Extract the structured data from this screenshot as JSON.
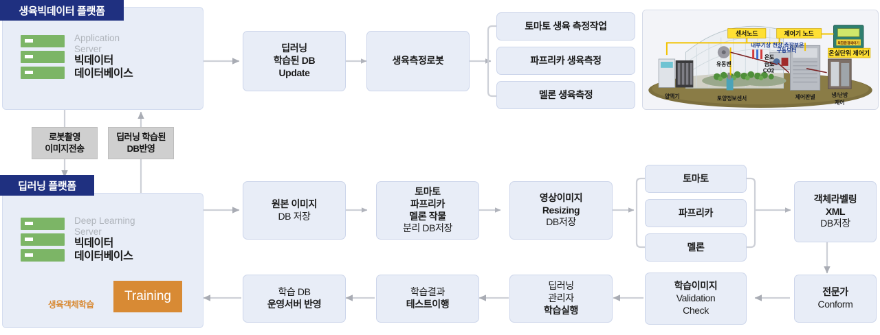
{
  "platforms": [
    {
      "title": "생육빅데이터 플랫폼",
      "server_sub_line1": "Application",
      "server_sub_line2": "Server",
      "server_main_line1": "빅데이터",
      "server_main_line2": "데이터베이스"
    },
    {
      "title": "딥러닝 플랫폼",
      "server_sub_line1": "Deep Learning",
      "server_sub_line2": "Server",
      "server_main_line1": "빅데이터",
      "server_main_line2": "데이터베이스",
      "training_label": "Training",
      "loop_label": "생육객체학습"
    }
  ],
  "connector_labels": [
    {
      "line1": "로봇촬영",
      "line2": "이미지전송"
    },
    {
      "line1": "딥러닝 학습된",
      "line2": "DB반영"
    }
  ],
  "row_top": [
    {
      "lines": [
        {
          "t": "딥러닝",
          "bold": true
        },
        {
          "t": "학습된 DB",
          "bold": true
        },
        {
          "t": "Update",
          "bold": true
        }
      ]
    },
    {
      "lines": [
        {
          "t": "생육측정로봇",
          "bold": true
        }
      ]
    }
  ],
  "crops_top": [
    {
      "lines": [
        {
          "t": "토마토 생육 측정작업",
          "bold": true
        }
      ]
    },
    {
      "lines": [
        {
          "t": "파프리카 생육측정",
          "bold": true
        }
      ]
    },
    {
      "lines": [
        {
          "t": "멜론 생육측정",
          "bold": true
        }
      ]
    }
  ],
  "row_mid": [
    {
      "lines": [
        {
          "t": "원본 이미지",
          "bold": true
        },
        {
          "t": "DB 저장",
          "bold": false
        }
      ]
    },
    {
      "lines": [
        {
          "t": "토마토",
          "bold": true
        },
        {
          "t": "파프리카",
          "bold": true
        },
        {
          "t": "멜론 작물",
          "bold": true
        },
        {
          "t": "분리 DB저장",
          "bold": false
        }
      ]
    },
    {
      "lines": [
        {
          "t": "영상이미지",
          "bold": true
        },
        {
          "t": "Resizing",
          "bold": true
        },
        {
          "t": "DB저장",
          "bold": false
        }
      ]
    }
  ],
  "crops_mid": [
    {
      "lines": [
        {
          "t": "토마토",
          "bold": true
        }
      ]
    },
    {
      "lines": [
        {
          "t": "파프리카",
          "bold": true
        }
      ]
    },
    {
      "lines": [
        {
          "t": "멜론",
          "bold": true
        }
      ]
    }
  ],
  "row_mid_end": {
    "lines": [
      {
        "t": "객체라벨링",
        "bold": true
      },
      {
        "t": "XML",
        "bold": true
      },
      {
        "t": "DB저장",
        "bold": false
      }
    ]
  },
  "row_bottom": [
    {
      "lines": [
        {
          "t": "학습 DB",
          "bold": false
        },
        {
          "t": "운영서버 반영",
          "bold": true
        }
      ]
    },
    {
      "lines": [
        {
          "t": "학습결과",
          "bold": false
        },
        {
          "t": "테스트이행",
          "bold": true
        }
      ]
    },
    {
      "lines": [
        {
          "t": "딥러닝",
          "bold": false
        },
        {
          "t": "관리자",
          "bold": false
        },
        {
          "t": "학습실행",
          "bold": true
        }
      ]
    },
    {
      "lines": [
        {
          "t": "학습이미지",
          "bold": true
        },
        {
          "t": "Validation",
          "bold": false
        },
        {
          "t": "Check",
          "bold": false
        }
      ]
    },
    {
      "lines": [
        {
          "t": "전문가",
          "bold": true
        },
        {
          "t": "Conform",
          "bold": false
        }
      ]
    }
  ],
  "greenhouse": {
    "caption_sensor_node": "센서노드",
    "caption_controller_node": "제어기 노드",
    "caption_unit_controller": "온실단위 제어기",
    "label_device_screen": "복합환경제어기",
    "label_internal_weather": "내부기상",
    "label_temp": "온도",
    "label_humidity": "습도",
    "label_co2": "CO2",
    "label_ceiling_motor_l1": "천장.측장보온",
    "label_ceiling_motor_l2": "구동모터",
    "label_fan": "유동팬",
    "label_nutrient": "양액기",
    "label_soil_sensor": "토양정보센서",
    "label_control_panel": "제어판넬",
    "label_hvac_l1": "냉/난방",
    "label_hvac_l2": "제어"
  },
  "colors": {
    "platform_title_bg": "#1f3080",
    "platform_bg": "#e8edf7",
    "box_bg": "#e8edf7",
    "box_border": "#ccd5ea",
    "chip_bg": "#cfcfcf",
    "server_green": "#7cb566",
    "training_orange": "#d88a34",
    "arrow_gray": "#b9bcc4"
  }
}
